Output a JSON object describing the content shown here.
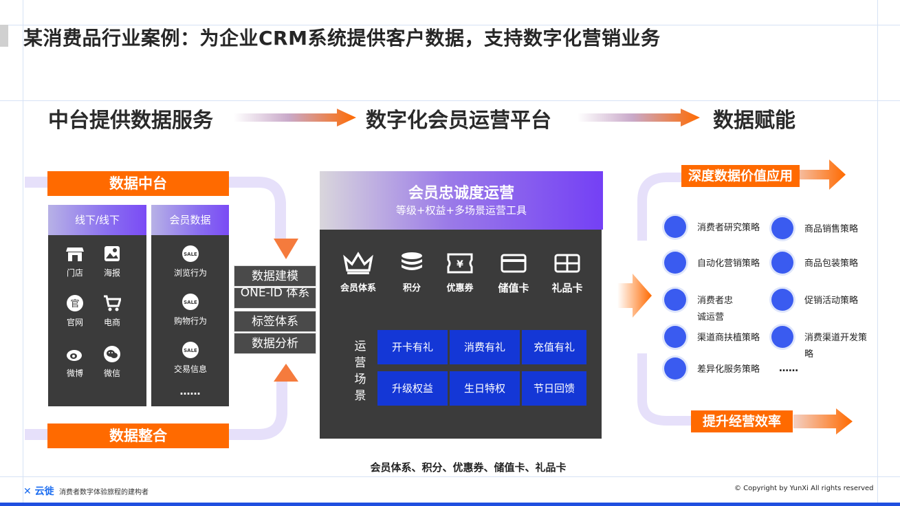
{
  "title": "某消费品行业案例：为企业CRM系统提供客户数据，支持数字化营销业务",
  "stages": [
    "中台提供数据服务",
    "数字化会员运营平台",
    "数据赋能"
  ],
  "left": {
    "top_label": "数据中台",
    "bottom_label": "数据整合",
    "col1_head": "线下/线下",
    "col2_head": "会员数据",
    "col1_items": [
      {
        "label": "门店",
        "icon": "store-icon"
      },
      {
        "label": "海报",
        "icon": "poster-icon"
      },
      {
        "label": "官网",
        "icon": "website-icon"
      },
      {
        "label": "电商",
        "icon": "cart-icon"
      },
      {
        "label": "微博",
        "icon": "weibo-icon"
      },
      {
        "label": "微信",
        "icon": "wechat-icon"
      }
    ],
    "col2_items": [
      {
        "label": "浏览行为",
        "icon": "sale-tag-icon"
      },
      {
        "label": "购物行为",
        "icon": "sale-tag-icon"
      },
      {
        "label": "交易信息",
        "icon": "sale-tag-icon"
      }
    ],
    "col2_more": "……"
  },
  "middle_boxes": [
    "数据建模",
    "ONE-ID 体系",
    "标签体系",
    "数据分析"
  ],
  "platform": {
    "header_title": "会员忠诚度运营",
    "header_sub": "等级+权益+多场景运营工具",
    "features": [
      {
        "label": "会员体系",
        "icon": "crown-icon"
      },
      {
        "label": "积分",
        "icon": "coins-icon"
      },
      {
        "label": "优惠券",
        "icon": "coupon-icon"
      },
      {
        "label": "储值卡",
        "icon": "card-icon"
      },
      {
        "label": "礼品卡",
        "icon": "gift-card-icon"
      }
    ],
    "scene_label": "运营场景",
    "scenes": [
      "开卡有礼",
      "消费有礼",
      "充值有礼",
      "升级权益",
      "生日特权",
      "节日回馈"
    ],
    "caption": "会员体系、积分、优惠券、储值卡、礼品卡"
  },
  "right": {
    "top_label": "深度数据价值应用",
    "bottom_label": "提升经营效率",
    "strategies_left": [
      "消费者研究策略",
      "自动化营销策略",
      "消费者忠诚运营",
      "渠道商扶植策略",
      "差异化服务策略"
    ],
    "strategies_right": [
      "商品销售策略",
      "商品包装策略",
      "促销活动策略",
      "消费渠道开发策略",
      "……"
    ]
  },
  "footer": {
    "brand": "云徙",
    "slogan": "消费者数字体验旅程的建构者",
    "copyright": "© Copyright by YunXi All rights reserved"
  },
  "colors": {
    "orange": "#ff6a00",
    "purple": "#7a4bf5",
    "blue_button": "#1437d6",
    "dark_panel": "#3b3b3b",
    "brand_blue": "#1a6cf0"
  }
}
